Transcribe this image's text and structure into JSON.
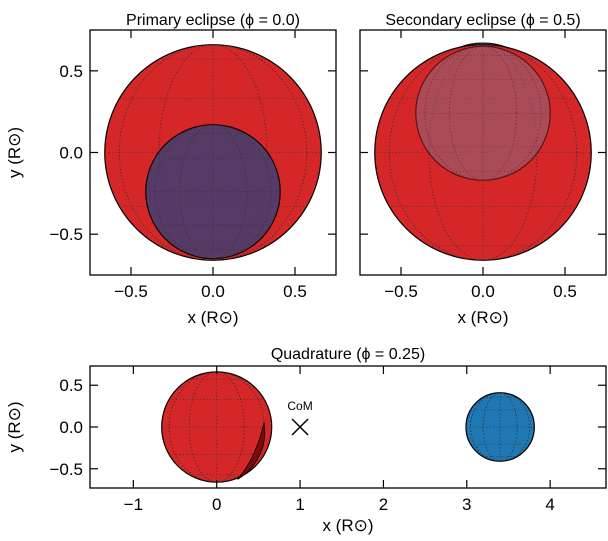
{
  "colors": {
    "primary": "#d62728",
    "secondary": "#1f77b4",
    "overlay": "#4b3d6b",
    "limb": "#7a0c0c",
    "grid": "#333333"
  },
  "chart_data": [
    {
      "type": "scatter",
      "title": "Primary eclipse (ϕ = 0.0)",
      "xlabel": "x (R⊙)",
      "ylabel": "y (R⊙)",
      "xlim": [
        -0.75,
        0.75
      ],
      "ylim": [
        -0.75,
        0.75
      ],
      "xticks": [
        -0.5,
        0.0,
        0.5
      ],
      "xtick_labels": [
        "−0.5",
        "0.0",
        "0.5"
      ],
      "yticks": [
        -0.5,
        0.0,
        0.5
      ],
      "ytick_labels": [
        "−0.5",
        "0.0",
        "0.5"
      ],
      "grid": "dotted",
      "bodies": [
        {
          "role": "primary",
          "center": [
            0.0,
            0.0
          ],
          "radius": 0.66,
          "color": "#d62728",
          "opacity": 1.0
        },
        {
          "role": "secondary",
          "center": [
            0.0,
            -0.24
          ],
          "radius": 0.41,
          "color": "#4b3d6b",
          "opacity": 0.92
        }
      ]
    },
    {
      "type": "scatter",
      "title": "Secondary eclipse (ϕ = 0.5)",
      "xlabel": "x (R⊙)",
      "ylabel": "",
      "xlim": [
        -0.75,
        0.75
      ],
      "ylim": [
        -0.75,
        0.75
      ],
      "xticks": [
        -0.5,
        0.0,
        0.5
      ],
      "xtick_labels": [
        "−0.5",
        "0.0",
        "0.5"
      ],
      "yticks": [
        -0.5,
        0.0,
        0.5
      ],
      "ytick_labels": [],
      "grid": "dotted",
      "bodies": [
        {
          "role": "secondary",
          "center": [
            0.0,
            0.26
          ],
          "radius": 0.41,
          "color": "#1f77b4",
          "opacity": 1.0
        },
        {
          "role": "primary",
          "center": [
            0.0,
            0.0
          ],
          "radius": 0.66,
          "color": "#d62728",
          "opacity": 1.0
        },
        {
          "role": "secondary-ghost",
          "center": [
            0.0,
            0.24
          ],
          "radius": 0.41,
          "color": "#8a6a80",
          "opacity": 0.55
        }
      ]
    },
    {
      "type": "scatter",
      "title": "Quadrature (ϕ = 0.25)",
      "xlabel": "x (R⊙)",
      "ylabel": "y (R⊙)",
      "xlim": [
        -1.52,
        4.67
      ],
      "ylim": [
        -0.73,
        0.73
      ],
      "xticks": [
        -1,
        0,
        1,
        2,
        3,
        4
      ],
      "xtick_labels": [
        "−1",
        "0",
        "1",
        "2",
        "3",
        "4"
      ],
      "yticks": [
        -0.5,
        0.0,
        0.5
      ],
      "ytick_labels": [
        "−0.5",
        "0.0",
        "0.5"
      ],
      "grid": "dotted",
      "bodies": [
        {
          "role": "primary",
          "center": [
            0.0,
            0.0
          ],
          "radius": 0.66,
          "color": "#d62728",
          "opacity": 1.0
        },
        {
          "role": "secondary",
          "center": [
            3.4,
            0.0
          ],
          "radius": 0.41,
          "color": "#1f77b4",
          "opacity": 1.0
        }
      ],
      "markers": [
        {
          "label": "CoM",
          "x": 1.0,
          "y": 0.0,
          "symbol": "x"
        }
      ]
    }
  ]
}
